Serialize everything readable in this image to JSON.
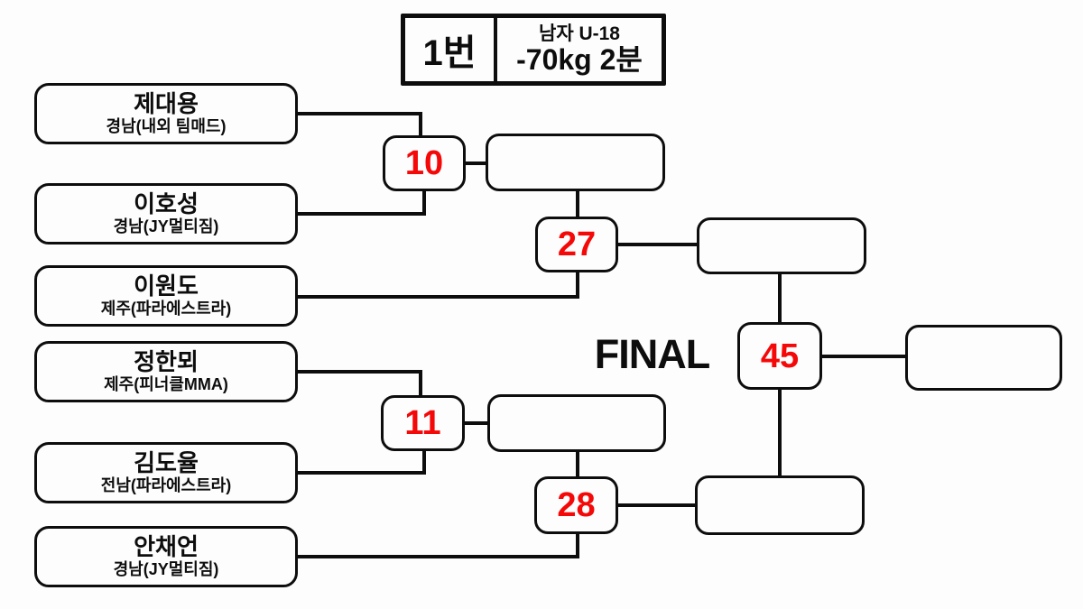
{
  "header": {
    "bracket_number": "1번",
    "category": "남자 U-18",
    "weight_time": "-70kg 2분"
  },
  "final_label": "FINAL",
  "players": [
    {
      "name": "제대용",
      "team": "경남(내외 팀매드)"
    },
    {
      "name": "이호성",
      "team": "경남(JY멀티짐)"
    },
    {
      "name": "이원도",
      "team": "제주(파라에스트라)"
    },
    {
      "name": "정한뫼",
      "team": "제주(피너클MMA)"
    },
    {
      "name": "김도율",
      "team": "전남(파라에스트라)"
    },
    {
      "name": "안채언",
      "team": "경남(JY멀티짐)"
    }
  ],
  "matches": {
    "quarterfinal_1": {
      "number": "10"
    },
    "quarterfinal_2": {
      "number": "11"
    },
    "semifinal_1": {
      "number": "27"
    },
    "semifinal_2": {
      "number": "28"
    },
    "final": {
      "number": "45"
    }
  },
  "colors": {
    "match_number_red": "#f50808",
    "line_black": "#0d0d0d",
    "background": "#fdfdfd"
  }
}
